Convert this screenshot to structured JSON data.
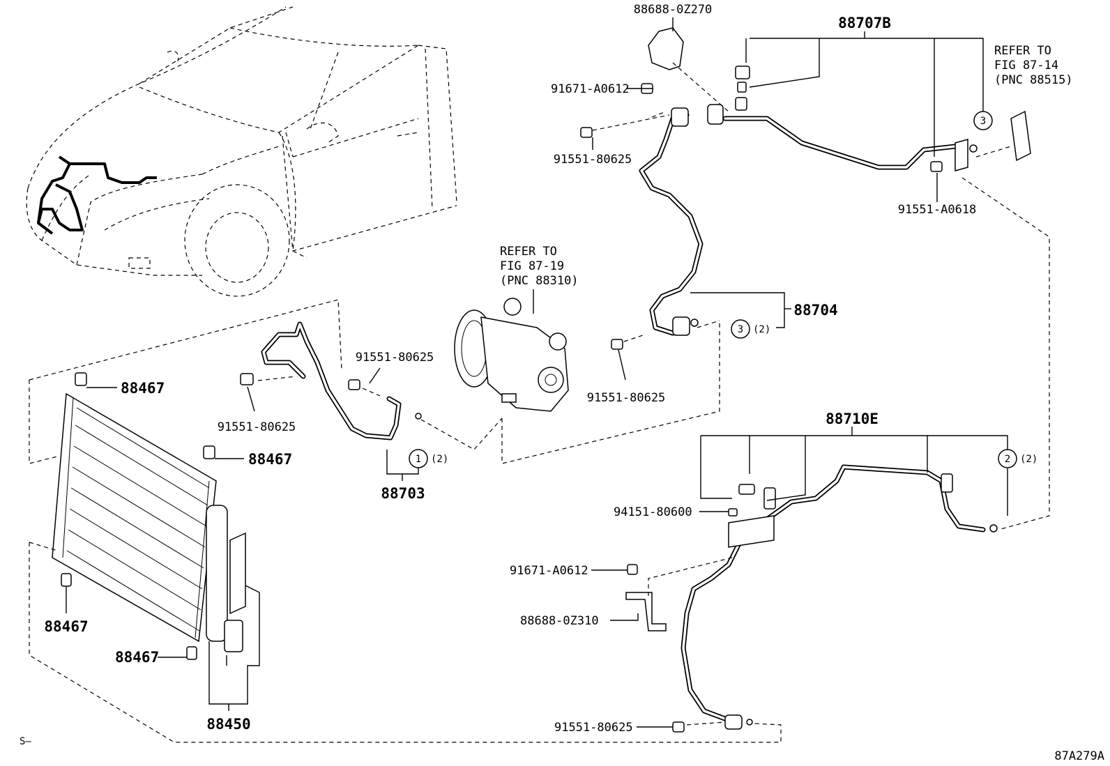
{
  "diagram": {
    "parts": {
      "p88688_0z270": "88688-0Z270",
      "p88707b": "88707B",
      "p91671_a0612_top": "91671-A0612",
      "p91551_80625_a": "91551-80625",
      "p91551_a0618": "91551-A0618",
      "p91551_80625_b": "91551-80625",
      "p91551_80625_c": "91551-80625",
      "p91551_80625_d": "91551-80625",
      "p91551_80625_e": "91551-80625",
      "p88704": "88704",
      "p88703": "88703",
      "p88467_a": "88467",
      "p88467_b": "88467",
      "p88467_c": "88467",
      "p88467_d": "88467",
      "p88450": "88450",
      "p88710e": "88710E",
      "p94151_80600": "94151-80600",
      "p91671_a0612_bot": "91671-A0612",
      "p88688_0z310": "88688-0Z310"
    },
    "refs": {
      "ref_fig_87_14": [
        "REFER TO",
        "FIG 87-14",
        "(PNC 88515)"
      ],
      "ref_fig_87_19": [
        "REFER TO",
        "FIG 87-19",
        "(PNC 88310)"
      ]
    },
    "callouts": {
      "c1": "1",
      "c1_qty": "(2)",
      "c2": "2",
      "c2_qty": "(2)",
      "c3_top": "3",
      "c3_mid": "3",
      "c3_qty": "(2)"
    },
    "footer": {
      "left_mark": "S–",
      "figure_code": "87A279A"
    }
  }
}
